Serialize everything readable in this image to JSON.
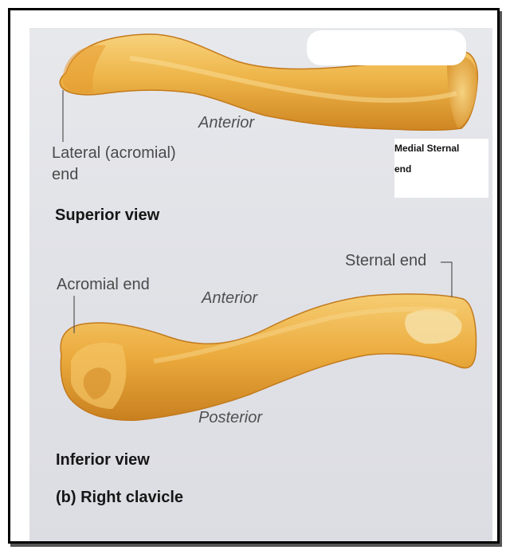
{
  "labels": {
    "superior_anterior": "Anterior",
    "lateral_line1": "Lateral (acromial)",
    "lateral_line2": "end",
    "medial_line1": "Medial Sternal",
    "medial_line2": "end",
    "superior_view": "Superior view",
    "acromial_end": "Acromial end",
    "sternal_end": "Sternal end",
    "inferior_anterior": "Anterior",
    "posterior": "Posterior",
    "inferior_view": "Inferior view",
    "caption": "(b) Right clavicle"
  },
  "colors": {
    "bone_light": "#f5c96c",
    "bone_mid": "#e9a93a",
    "bone_dark": "#c97f1c",
    "leader_line": "#555555"
  }
}
